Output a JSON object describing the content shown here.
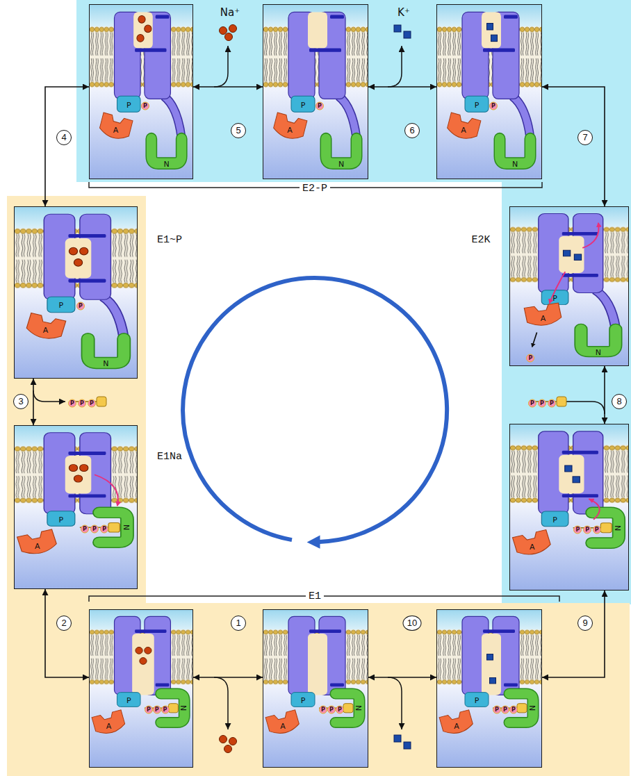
{
  "diagram": {
    "nodes": [
      {
        "text": [
          "P",
          "A",
          "N",
          "P"
        ]
      },
      {
        "text": [
          "P",
          "A",
          "N",
          "P"
        ]
      },
      {
        "text": [
          "P",
          "A",
          "N",
          "P"
        ]
      },
      {
        "text": [
          "P",
          "A",
          "N",
          "P"
        ]
      },
      {
        "text": [
          "P",
          "A",
          "N",
          "P"
        ]
      },
      {
        "text": [
          "P",
          "A",
          "N",
          "P",
          "P",
          "P"
        ]
      },
      {
        "text": [
          "P",
          "A",
          "N",
          "P",
          "P",
          "P"
        ]
      },
      {
        "text": [
          "P",
          "A",
          "N",
          "P",
          "P",
          "P"
        ]
      },
      {
        "text": [
          "P",
          "A",
          "N",
          "P",
          "P",
          "P"
        ]
      },
      {
        "text": [
          "P",
          "A",
          "N",
          "P",
          "P",
          "P"
        ]
      }
    ],
    "edges": [
      {
        "from": 7,
        "to": 8,
        "label": "1",
        "arrow": "both"
      },
      {
        "from": 7,
        "to": 5,
        "label": "2",
        "arrow": "both"
      },
      {
        "from": 5,
        "to": 3,
        "label": "3",
        "arrow": "both"
      },
      {
        "from": 3,
        "to": 0,
        "label": "4",
        "arrow": "both"
      },
      {
        "from": 0,
        "to": 1,
        "label": "5",
        "arrow": "both"
      },
      {
        "from": 1,
        "to": 2,
        "label": "6",
        "arrow": "both"
      },
      {
        "from": 2,
        "to": 4,
        "label": "7",
        "arrow": "both"
      },
      {
        "from": 4,
        "to": 6,
        "label": "8",
        "arrow": "both"
      },
      {
        "from": 6,
        "to": 9,
        "label": "9",
        "arrow": "both"
      },
      {
        "from": 8,
        "to": 9,
        "label": "10",
        "arrow": "both"
      }
    ],
    "labels": [
      "Na⁺",
      "K⁺",
      "E2-P",
      "E1~P",
      "E2K",
      "P",
      "P",
      "P",
      "P",
      "P",
      "P",
      "E1Na",
      "E1"
    ]
  }
}
